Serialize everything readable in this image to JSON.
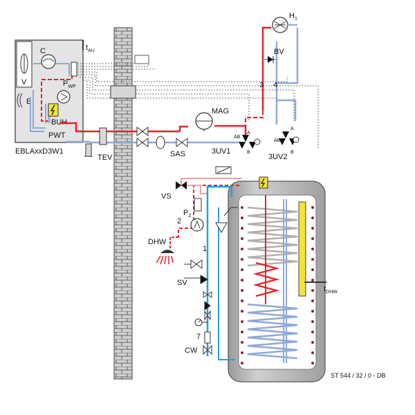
{
  "labels": {
    "unit_name": "EBLAxxD3W1",
    "compressor": "C",
    "outdoor_temp_sensor": "t",
    "outdoor_temp_sub": "AU",
    "fan": "V",
    "evaporator": "E",
    "pump": "P",
    "pump_sub": "WP",
    "backup_heater": "BUH",
    "plate_heat_exchanger": "PWT",
    "tev": "TEV",
    "sas": "SAS",
    "mag": "MAG",
    "valve_3uv1": "3UV1",
    "valve_3uv2": "3UV2",
    "ab_1": "AB",
    "a_1": "A",
    "b_1": "B",
    "ab_2": "AB",
    "a_2": "A",
    "b_2": "B",
    "heating_circuit": "H",
    "heating_circuit_sub": "1",
    "bypass_valve": "BV",
    "num_3": "3",
    "num_4": "4",
    "vs": "VS",
    "pz": "P",
    "pz_sub": "Z",
    "num_2": "2",
    "dhw": "DHW",
    "num_1": "1",
    "sv": "SV",
    "num_7": "7",
    "cw": "CW",
    "tank_temp_sensor": "t",
    "tank_temp_sub": "DHW",
    "tank_model": "ST 544 / 32 / 0 - DB"
  },
  "colors": {
    "flow": "#e8202a",
    "return": "#8fa8d8",
    "cold_water": "#2a9fd8",
    "hot_water_dashed": "#e8202a",
    "circulation": "#f0a0a0",
    "tank": "#b8b8b8",
    "heater_yellow": "#f2e23a",
    "wall": "#c8c8c8"
  },
  "icons": [
    "compressor-icon",
    "fan-icon",
    "pump-icon",
    "heater-bolt-icon",
    "expansion-vessel-icon",
    "radiator-icon",
    "shower-icon",
    "pressure-gauge-icon",
    "three-way-valve-icon"
  ]
}
